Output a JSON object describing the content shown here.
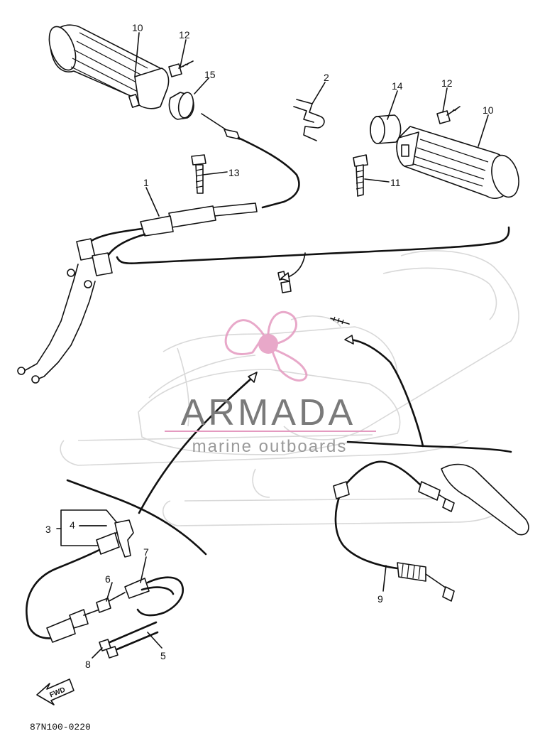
{
  "callouts": [
    {
      "id": "c10a",
      "text": "10"
    },
    {
      "id": "c12a",
      "text": "12"
    },
    {
      "id": "c15",
      "text": "15"
    },
    {
      "id": "c2",
      "text": "2"
    },
    {
      "id": "c14",
      "text": "14"
    },
    {
      "id": "c12b",
      "text": "12"
    },
    {
      "id": "c10b",
      "text": "10"
    },
    {
      "id": "c13",
      "text": "13"
    },
    {
      "id": "c11",
      "text": "11"
    },
    {
      "id": "c1",
      "text": "1"
    },
    {
      "id": "c3",
      "text": "3"
    },
    {
      "id": "c4",
      "text": "4"
    },
    {
      "id": "c7",
      "text": "7"
    },
    {
      "id": "c6",
      "text": "6"
    },
    {
      "id": "c9",
      "text": "9"
    },
    {
      "id": "c8",
      "text": "8"
    },
    {
      "id": "c5",
      "text": "5"
    }
  ],
  "watermark": {
    "name": "ARMADA",
    "tagline": "marine outboards",
    "brand_color": "#e49ac0",
    "text_color": "#7a7a7a"
  },
  "fwd_badge": "FWD",
  "drawing_code": "87N100-0220"
}
